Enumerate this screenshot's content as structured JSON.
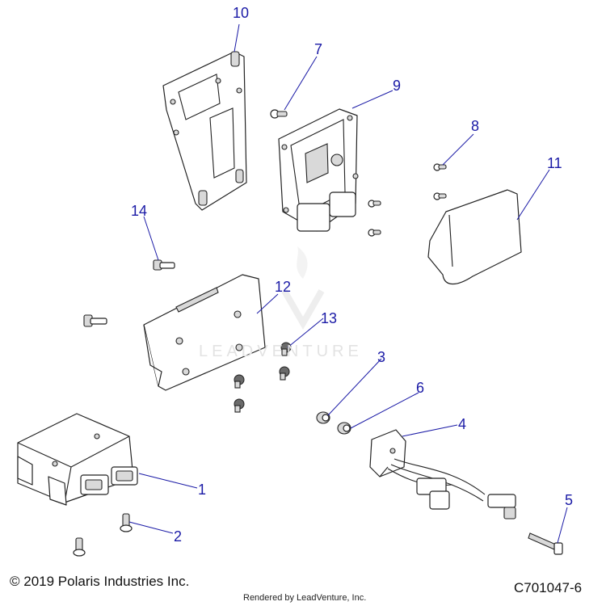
{
  "callouts": {
    "c1": "1",
    "c2": "2",
    "c3": "3",
    "c4": "4",
    "c5": "5",
    "c6": "6",
    "c7": "7",
    "c8": "8",
    "c9": "9",
    "c10": "10",
    "c11": "11",
    "c12": "12",
    "c13": "13",
    "c14": "14"
  },
  "watermark": "LEADVENTURE",
  "footer": {
    "copyright": "© 2019 Polaris Industries Inc.",
    "drawing_id": "C701047-6",
    "rendered_by": "Rendered by LeadVenture, Inc."
  },
  "colors": {
    "callout": "#1a1aa6",
    "line": "#222222",
    "part_fill": "#ffffff",
    "shade": "#d8d8d8"
  }
}
